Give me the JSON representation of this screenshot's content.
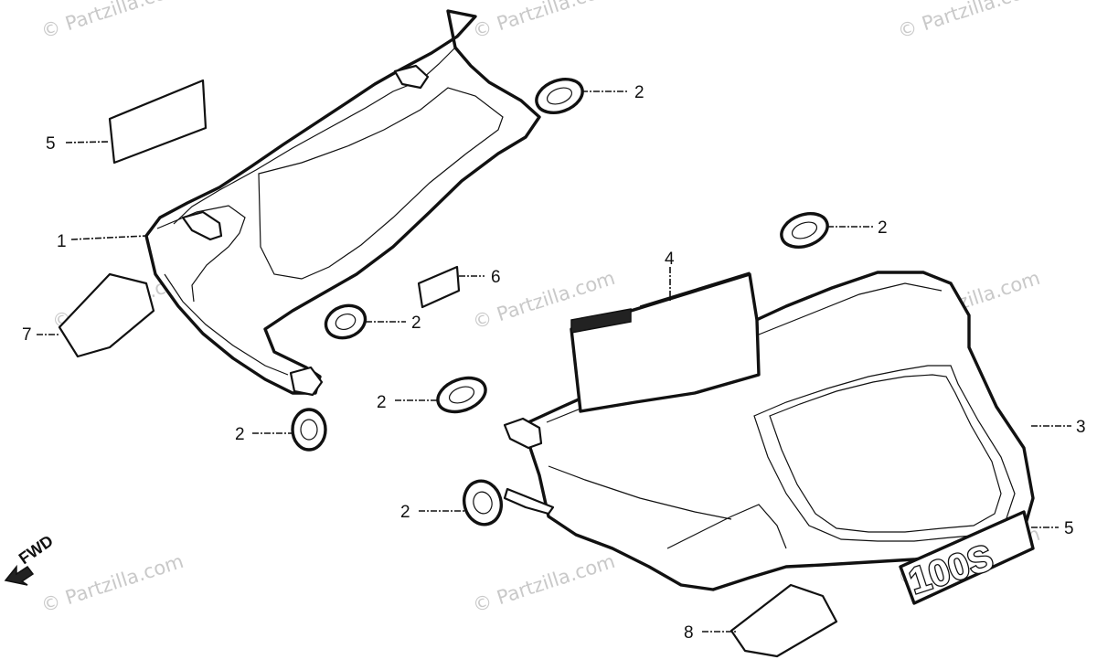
{
  "watermark": "© Partzilla.com",
  "direction_label": "FWD",
  "decal_text": "100S",
  "callouts": {
    "c1": "1",
    "c2a": "2",
    "c2b": "2",
    "c2c": "2",
    "c2d": "2",
    "c2e": "2",
    "c2f": "2",
    "c3": "3",
    "c4": "4",
    "c5a": "5",
    "c5b": "5",
    "c6": "6",
    "c7": "7",
    "c8": "8"
  }
}
